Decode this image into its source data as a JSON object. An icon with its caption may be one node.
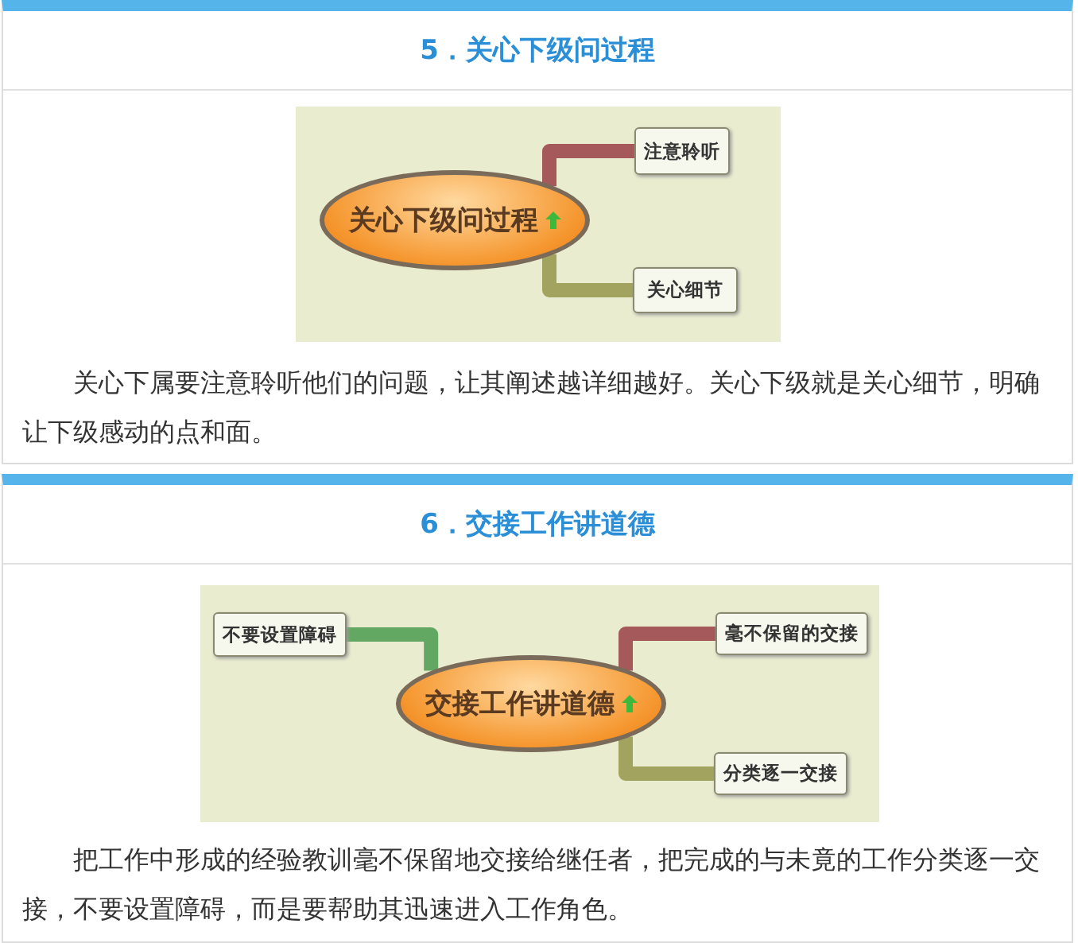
{
  "diagram": {
    "nodes": [
      {
        "text": [
          "5．关心下级问过程",
          "关心下属要注意聆听他们的问题，让其阐述越详细越好。关心下级就是关心细节，明确让下级感动的点和面。"
        ]
      },
      {
        "text": [
          "关心下级问过程"
        ],
        "in": 0
      },
      {
        "text": [
          "注意聆听"
        ],
        "in": 0
      },
      {
        "text": [
          "关心细节"
        ],
        "in": 0
      },
      {
        "text": [
          "6．交接工作讲道德",
          "把工作中形成的经验教训毫不保留地交接给继任者，把完成的与未竟的工作分类逐一交接，不要设置障碍，而是要帮助其迅速进入工作角色。"
        ]
      },
      {
        "text": [
          "不要设置障碍"
        ],
        "in": 4
      },
      {
        "text": [
          "交接工作讲道德"
        ],
        "in": 4
      },
      {
        "text": [
          "毫不保留的交接"
        ],
        "in": 4
      },
      {
        "text": [
          "分类逐一交接"
        ],
        "in": 4
      }
    ],
    "edges": [
      {
        "from": 1,
        "to": 2,
        "arrow": "none",
        "color": "#a5595a"
      },
      {
        "from": 1,
        "to": 3,
        "arrow": "none",
        "color": "#a3a360"
      },
      {
        "from": 6,
        "to": 5,
        "arrow": "none",
        "color": "#62a862"
      },
      {
        "from": 6,
        "to": 7,
        "arrow": "none",
        "color": "#a5595a"
      },
      {
        "from": 6,
        "to": 8,
        "arrow": "none",
        "color": "#a3a360"
      }
    ]
  }
}
